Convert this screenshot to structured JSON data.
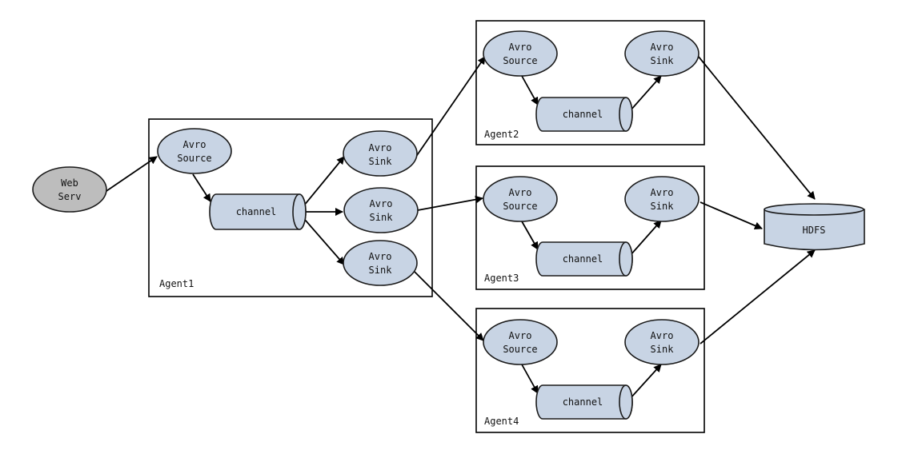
{
  "agents": [
    {
      "label": "Agent1"
    },
    {
      "label": "Agent2"
    },
    {
      "label": "Agent3"
    },
    {
      "label": "Agent4"
    }
  ],
  "web_server": {
    "line1": "Web",
    "line2": "Serv"
  },
  "avro_source": {
    "line1": "Avro",
    "line2": "Source"
  },
  "avro_sink": {
    "line1": "Avro",
    "line2": "Sink"
  },
  "channel": {
    "label": "channel"
  },
  "hdfs": {
    "label": "HDFS"
  },
  "colors": {
    "node_fill": "#c8d4e4",
    "web_fill": "#bdbdbd",
    "stroke": "#000000"
  }
}
